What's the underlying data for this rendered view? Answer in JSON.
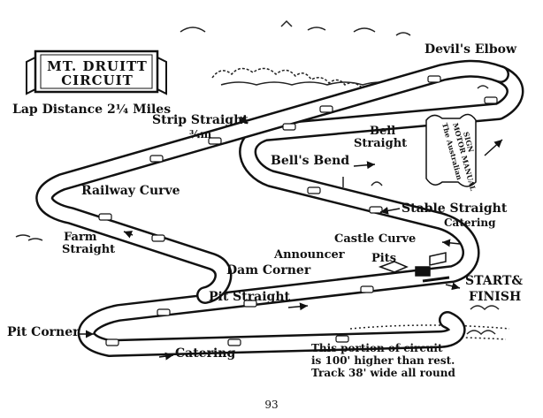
{
  "title": {
    "line1": "MT. DRUITT",
    "line2": "CIRCUIT"
  },
  "lap_distance": "Lap Distance 2¼ Miles",
  "labels": {
    "devils_elbow": "Devil's Elbow",
    "strip_straight": "Strip Straight",
    "strip_straight_length": "¾m",
    "bell_straight_1": "Bell",
    "bell_straight_2": "Straight",
    "bells_bend": "Bell's Bend",
    "railway_curve": "Railway Curve",
    "stable_straight": "Stable Straight",
    "catering_top": "Catering",
    "farm_straight_1": "Farm",
    "farm_straight_2": "Straight",
    "announcer": "Announcer",
    "castle_curve": "Castle Curve",
    "pits": "Pits",
    "dam_corner": "Dam Corner",
    "start_finish_1": "START&",
    "start_finish_2": "FINISH",
    "pit_straight": "Pit Straight",
    "pit_corner": "Pit Corner",
    "catering_bottom": "Catering",
    "note_1": "This portion of circuit",
    "note_2": "is 100' higher than rest.",
    "note_3": "Track 38' wide all round",
    "banner_1": "The Australian",
    "banner_2": "MOTOR MANUAL",
    "banner_3": "SIGN"
  },
  "page_number": "93"
}
